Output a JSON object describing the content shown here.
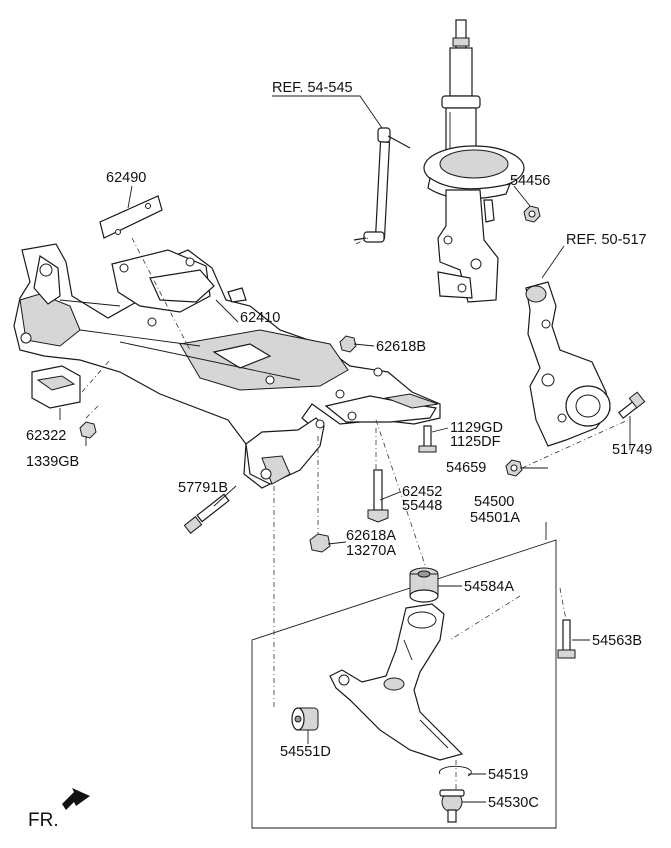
{
  "labels": {
    "ref_54_545": "REF. 54-545",
    "ref_50_517": "REF. 50-517",
    "p62490": "62490",
    "p62410": "62410",
    "p62618B": "62618B",
    "p54456": "54456",
    "p62322": "62322",
    "p1339GB": "1339GB",
    "p1129GD": "1129GD",
    "p1125DF": "1125DF",
    "p51749": "51749",
    "p54659": "54659",
    "p57791B": "57791B",
    "p62452": "62452",
    "p55448": "55448",
    "p54500": "54500",
    "p54501A": "54501A",
    "p62618A": "62618A",
    "p13270A": "13270A",
    "p54584A": "54584A",
    "p54563B": "54563B",
    "p54551D": "54551D",
    "p54519": "54519",
    "p54530C": "54530C",
    "fr": "FR."
  }
}
